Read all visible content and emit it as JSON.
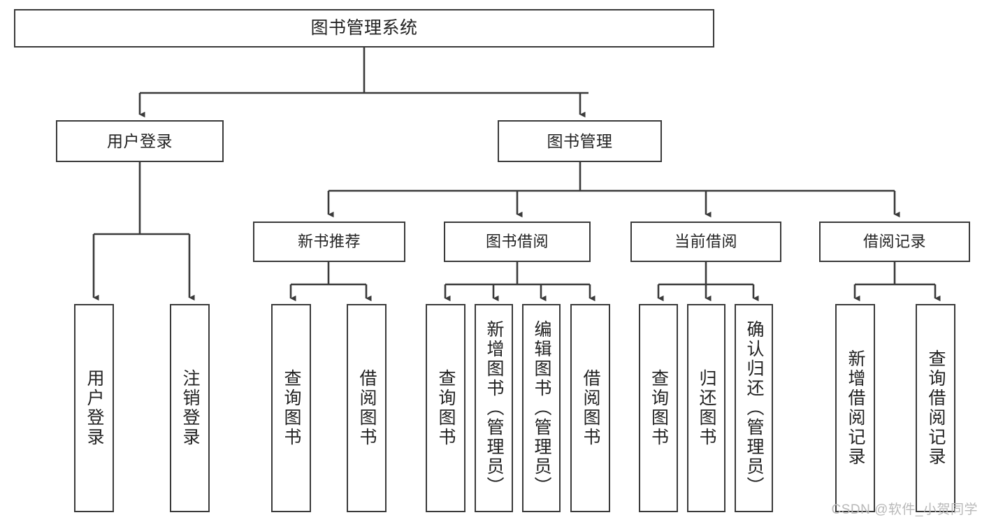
{
  "diagram": {
    "title": "图书管理系统",
    "watermark": "CSDN @软件_小贺同学",
    "colors": {
      "box_border": "#3a3a3a",
      "connector": "#3a3a3a",
      "background": "#ffffff",
      "text": "#222222",
      "watermark": "#b9b9b9"
    },
    "root": {
      "label": "图书管理系统"
    },
    "level1": [
      {
        "label": "用户登录"
      },
      {
        "label": "图书管理"
      }
    ],
    "level2": [
      {
        "label": "新书推荐"
      },
      {
        "label": "图书借阅"
      },
      {
        "label": "当前借阅"
      },
      {
        "label": "借阅记录"
      }
    ],
    "leaves": {
      "user_login": [
        {
          "label": "用户登录"
        },
        {
          "label": "注销登录"
        }
      ],
      "new_book_recommend": [
        {
          "label": "查询图书"
        },
        {
          "label": "借阅图书"
        }
      ],
      "book_borrow": [
        {
          "label": "查询图书"
        },
        {
          "label": "新增图书（管理员）"
        },
        {
          "label": "编辑图书（管理员）"
        },
        {
          "label": "借阅图书"
        }
      ],
      "current_borrow": [
        {
          "label": "查询图书"
        },
        {
          "label": "归还图书"
        },
        {
          "label": "确认归还（管理员）"
        }
      ],
      "borrow_record": [
        {
          "label": "新增借阅记录"
        },
        {
          "label": "查询借阅记录"
        }
      ]
    }
  }
}
